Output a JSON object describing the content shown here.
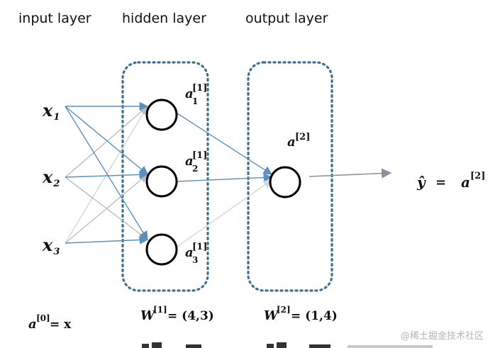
{
  "titles": {
    "input": "input layer",
    "hidden": "hidden layer",
    "output": "output layer"
  },
  "inputs": [
    {
      "base": "x",
      "sub": "1"
    },
    {
      "base": "x",
      "sub": "2"
    },
    {
      "base": "x",
      "sub": "3"
    }
  ],
  "hidden_units": [
    {
      "base": "a",
      "sup": "[1]",
      "sub": "1"
    },
    {
      "base": "a",
      "sup": "[1]",
      "sub": "2"
    },
    {
      "base": "a",
      "sup": "[1]",
      "sub": "3"
    }
  ],
  "output_unit": {
    "base": "a",
    "sup": "[2]"
  },
  "prediction": {
    "lhs": "ŷ",
    "eq": "=",
    "rhs_base": "a",
    "rhs_sup": "[2]"
  },
  "equations": {
    "a0": {
      "base": "a",
      "sup": "[0]",
      "rest": " = x"
    },
    "w1": {
      "base": "W",
      "sup": "[1]",
      "rest": " = (4,3)"
    },
    "w2": {
      "base": "W",
      "sup": "[2]",
      "rest": " = (1,4)"
    }
  },
  "watermark": "@稀土掘金技术社区",
  "colors": {
    "box_border": "#3f6f93",
    "arrow_blue": "#5b8fbf",
    "arrow_gray": "#b9bdc2",
    "arrow_light": "#d4d6d9",
    "node_stroke": "#000000",
    "output_arrow": "#8a939c"
  }
}
